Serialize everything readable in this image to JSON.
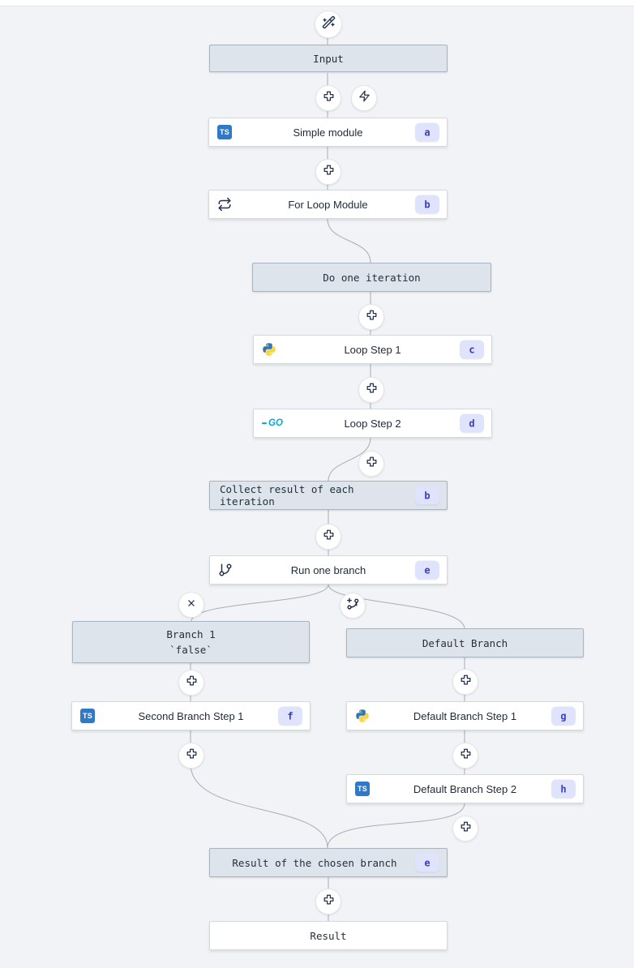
{
  "flow": {
    "input": {
      "label": "Input"
    },
    "simple_module": {
      "label": "Simple module",
      "badge": "a"
    },
    "for_loop_module": {
      "label": "For Loop Module",
      "badge": "b"
    },
    "do_one_iteration": {
      "label": "Do one iteration"
    },
    "loop_step_1": {
      "label": "Loop Step 1",
      "badge": "c"
    },
    "loop_step_2": {
      "label": "Loop Step 2",
      "badge": "d"
    },
    "collect_result": {
      "label": "Collect result of each iteration",
      "badge": "b"
    },
    "run_one_branch": {
      "label": "Run one branch",
      "badge": "e"
    },
    "branch_1": {
      "label": "Branch 1",
      "condition": "`false`"
    },
    "second_branch_step_1": {
      "label": "Second Branch Step 1",
      "badge": "f"
    },
    "default_branch": {
      "label": "Default Branch"
    },
    "default_branch_step_1": {
      "label": "Default Branch Step 1",
      "badge": "g"
    },
    "default_branch_step_2": {
      "label": "Default Branch Step 2",
      "badge": "h"
    },
    "result_of_chosen_branch": {
      "label": "Result of the chosen branch",
      "badge": "e"
    },
    "result": {
      "label": "Result"
    }
  },
  "icons": {
    "typescript_label": "TS",
    "go_label": "GO"
  },
  "colors": {
    "canvas_bg": "#f1f3f6",
    "virtual_node_bg": "#dde4ec",
    "virtual_node_border": "#a9b4c0",
    "module_bg": "#ffffff",
    "module_border": "#d4d9de",
    "edge": "#a6adb5",
    "badge_bg": "#dfe3fc",
    "badge_text": "#3b3cc4",
    "typescript_blue": "#3178c6",
    "go_cyan": "#00acd7",
    "python_blue": "#3775a9",
    "python_yellow": "#ffd43b",
    "icon_stroke": "#22304a"
  }
}
